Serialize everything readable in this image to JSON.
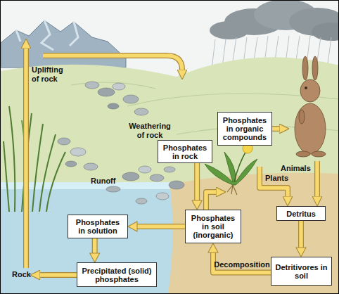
{
  "diagram": {
    "nodes": [
      {
        "text": [
          "Phosphates in organic compounds"
        ]
      },
      {
        "text": [
          "Phosphates in rock"
        ]
      },
      {
        "text": [
          "Phosphates in solution"
        ]
      },
      {
        "text": [
          "Phosphates in soil (inorganic)"
        ]
      },
      {
        "text": [
          "Detritus"
        ]
      },
      {
        "text": [
          "Precipitated (solid) phosphates"
        ]
      },
      {
        "text": [
          "Detritivores in soil"
        ]
      }
    ],
    "edges": [
      {
        "from": 1,
        "to": 3,
        "arrow": "to"
      },
      {
        "from": 3,
        "to": 2,
        "arrow": "to"
      },
      {
        "from": 2,
        "to": 5,
        "arrow": "to"
      },
      {
        "from": 4,
        "to": 6,
        "arrow": "to"
      },
      {
        "from": 6,
        "to": 3,
        "label": "Decomposition",
        "arrow": "to"
      }
    ],
    "labels": [
      "Uplifting of rock",
      "Weathering of rock",
      "Runoff",
      "Animals",
      "Plants",
      "Rock"
    ]
  }
}
